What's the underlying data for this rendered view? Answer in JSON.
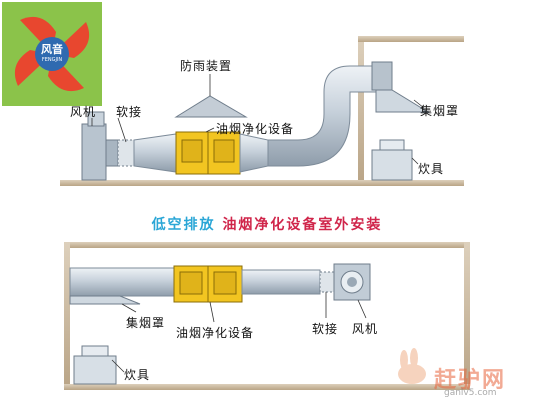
{
  "brand": {
    "logo_text": "风音",
    "logo_subtext": "FENGJIN",
    "colors": {
      "logo_bg": "#8bc34a",
      "logo_blades": "#e8472f"
    }
  },
  "top_diagram": {
    "labels": {
      "fan": "风机",
      "soft_joint": "软接",
      "rain_cover": "防雨装置",
      "purifier": "油烟净化设备",
      "hood": "集烟罩",
      "stove": "炊具"
    }
  },
  "caption": {
    "part1": "低空排放",
    "part2": "油烟净化设备室外安装"
  },
  "bottom_diagram": {
    "labels": {
      "hood": "集烟罩",
      "purifier": "油烟净化设备",
      "soft_joint": "软接",
      "fan": "风机",
      "stove": "炊具"
    }
  },
  "watermark": {
    "text": "赶驴网",
    "url": "ganlv5.com"
  },
  "colors": {
    "duct": "#d2dbe4",
    "duct_edge": "#7d8b99",
    "wall": "#c9b59a",
    "purifier": "#f2c521",
    "leader": "#333333"
  }
}
